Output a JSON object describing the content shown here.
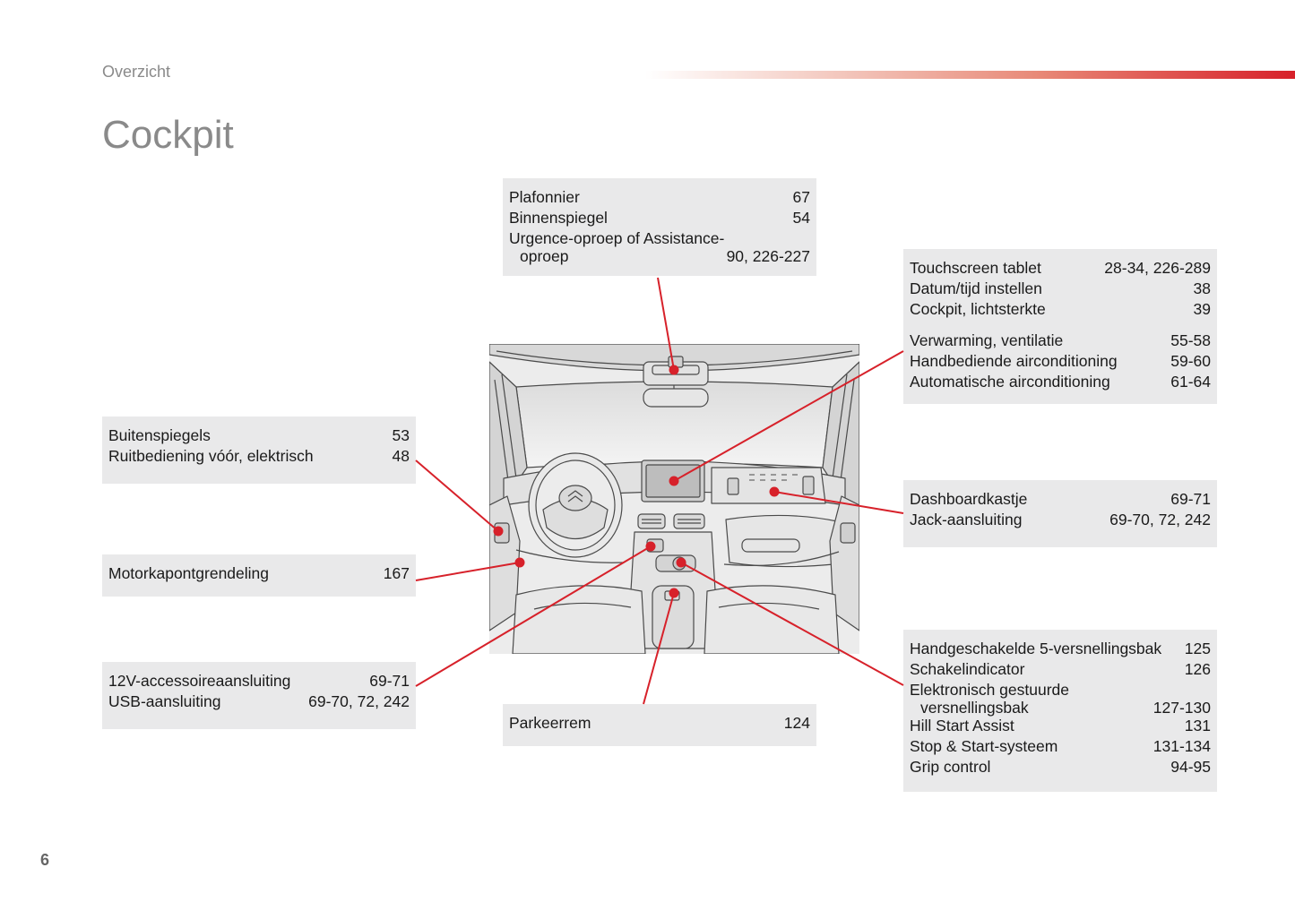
{
  "header": {
    "section": "Overzicht",
    "title": "Cockpit"
  },
  "page_number": "6",
  "colors": {
    "accent": "#d7212a",
    "box_background": "#e9e9ea",
    "header_text": "#8a8a8a"
  },
  "callouts": {
    "plafonnier": {
      "items": [
        {
          "label": "Plafonnier",
          "pages": "67"
        },
        {
          "label": "Binnenspiegel",
          "pages": "54"
        },
        {
          "label": "Urgence-oproep of Assistance-",
          "pages": ""
        },
        {
          "label": "oproep",
          "pages": "90, 226-227"
        }
      ]
    },
    "touchscreen": {
      "items": [
        {
          "label": "Touchscreen tablet",
          "pages": "28-34, 226-289"
        },
        {
          "label": "Datum/tijd instellen",
          "pages": "38"
        },
        {
          "label": "Cockpit, lichtsterkte",
          "pages": "39"
        },
        {
          "label": "Verwarming, ventilatie",
          "pages": "55-58"
        },
        {
          "label": "Handbediende airconditioning",
          "pages": "59-60"
        },
        {
          "label": "Automatische airconditioning",
          "pages": "61-64"
        }
      ]
    },
    "buitenspiegels": {
      "items": [
        {
          "label": "Buitenspiegels",
          "pages": "53"
        },
        {
          "label": "Ruitbediening vóór, elektrisch",
          "pages": "48"
        }
      ]
    },
    "motorkap": {
      "items": [
        {
          "label": "Motorkapontgrendeling",
          "pages": "167"
        }
      ]
    },
    "dashboard": {
      "items": [
        {
          "label": "Dashboardkastje",
          "pages": "69-71"
        },
        {
          "label": "Jack-aansluiting",
          "pages": "69-70, 72, 242"
        }
      ]
    },
    "accessoire": {
      "items": [
        {
          "label": "12V-accessoireaansluiting",
          "pages": "69-71"
        },
        {
          "label": "USB-aansluiting",
          "pages": "69-70, 72, 242"
        }
      ]
    },
    "parkeerrem": {
      "items": [
        {
          "label": "Parkeerrem",
          "pages": "124"
        }
      ]
    },
    "versnelling": {
      "items": [
        {
          "label": "Handgeschakelde 5-versnellingsbak",
          "pages": "125"
        },
        {
          "label": "Schakelindicator",
          "pages": "126"
        },
        {
          "label": "Elektronisch gestuurde",
          "pages": ""
        },
        {
          "label": "versnellingsbak",
          "pages": "127-130"
        },
        {
          "label": "Hill Start Assist",
          "pages": "131"
        },
        {
          "label": "Stop & Start-systeem",
          "pages": "131-134"
        },
        {
          "label": "Grip control",
          "pages": "94-95"
        }
      ]
    }
  }
}
